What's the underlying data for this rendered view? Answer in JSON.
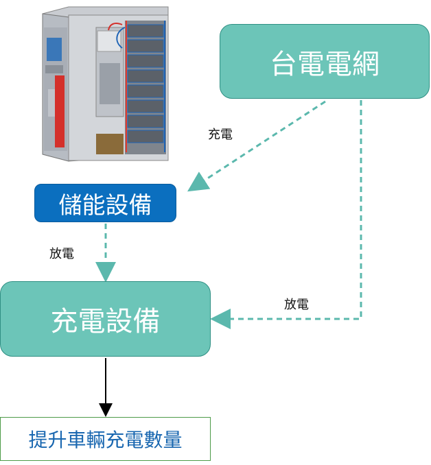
{
  "nodes": {
    "grid": "台電電網",
    "storage": "儲能設備",
    "charger": "充電設備",
    "result": "提升車輛充電數量"
  },
  "edges": {
    "charge": "充電",
    "discharge_storage": "放電",
    "discharge_grid": "放電"
  },
  "colors": {
    "teal": "#6cc5b8",
    "blue": "#0b6fbf",
    "arrow_dashed": "#5bb8ad"
  }
}
